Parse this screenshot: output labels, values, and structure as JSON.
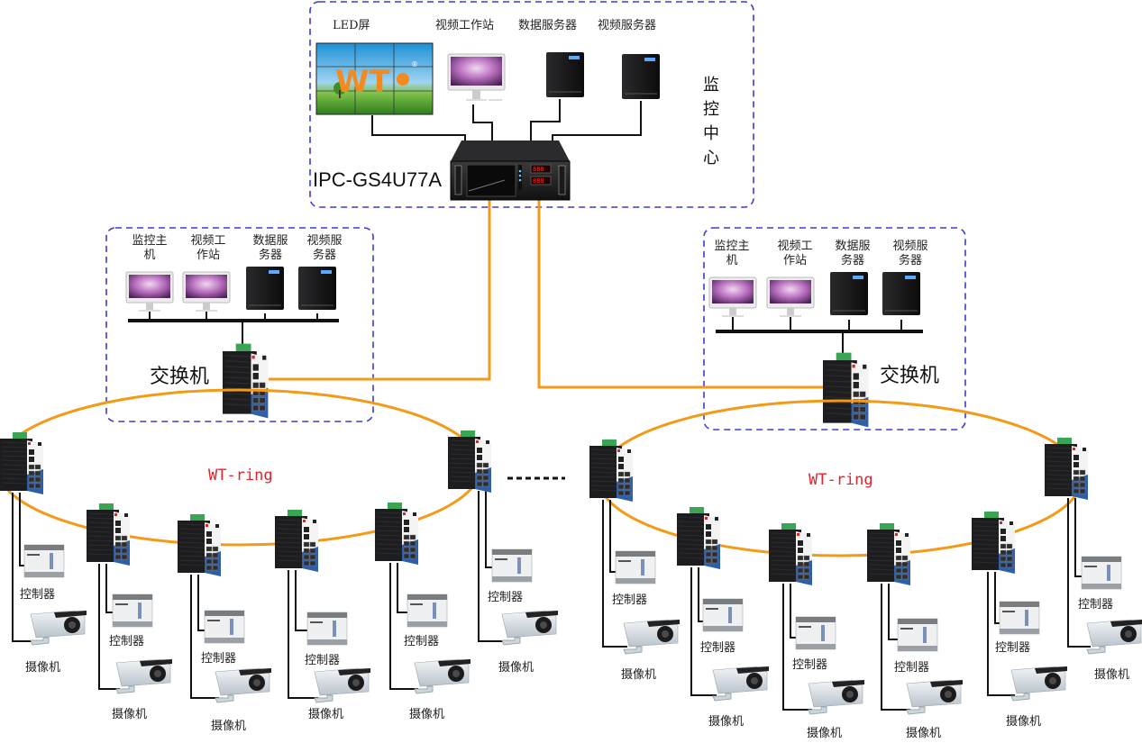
{
  "colors": {
    "fiber": "#f39a17",
    "cable": "#111111",
    "zone_border": "#3b3bd6",
    "ring_label": "#e0262b",
    "switch_body": "#1d1d1f",
    "switch_accent": "#2e5fa8",
    "terminal_green": "#3aa655"
  },
  "control_center": {
    "title": "监控中心",
    "title_chars": [
      "监",
      "控",
      "中",
      "心"
    ],
    "devices": [
      {
        "name": "led-screen",
        "label": "LED屏",
        "type": "video-wall"
      },
      {
        "name": "video-workstation",
        "label": "视频工作站",
        "type": "monitor"
      },
      {
        "name": "data-server",
        "label": "数据服务器",
        "type": "server"
      },
      {
        "name": "video-server",
        "label": "视频服务器",
        "type": "server"
      }
    ],
    "core_switch": {
      "model": "IPC-GS4U77A"
    },
    "led_logo_text": "WT",
    "registered_mark": "®"
  },
  "sub_stations": [
    {
      "id": "left",
      "devices": [
        {
          "label_lines": [
            "监控主",
            "机"
          ],
          "type": "monitor"
        },
        {
          "label_lines": [
            "视频工",
            "作站"
          ],
          "type": "monitor"
        },
        {
          "label_lines": [
            "数据服",
            "务器"
          ],
          "type": "server"
        },
        {
          "label_lines": [
            "视频服",
            "务器"
          ],
          "type": "server"
        }
      ],
      "switch_label": "交换机"
    },
    {
      "id": "right",
      "devices": [
        {
          "label_lines": [
            "监控主",
            "机"
          ],
          "type": "monitor"
        },
        {
          "label_lines": [
            "视频工",
            "作站"
          ],
          "type": "monitor"
        },
        {
          "label_lines": [
            "数据服",
            "务器"
          ],
          "type": "server"
        },
        {
          "label_lines": [
            "视频服",
            "务器"
          ],
          "type": "server"
        }
      ],
      "switch_label": "交换机"
    }
  ],
  "rings": [
    {
      "id": "left",
      "label": "WT-ring",
      "nodes": [
        {
          "controller_label": "控制器",
          "camera_label": "摄像机"
        },
        {
          "controller_label": "控制器",
          "camera_label": "摄像机"
        },
        {
          "controller_label": "控制器",
          "camera_label": "摄像机"
        },
        {
          "controller_label": "控制器",
          "camera_label": "摄像机"
        },
        {
          "controller_label": "控制器",
          "camera_label": "摄像机"
        },
        {
          "controller_label": "控制器",
          "camera_label": "摄像机"
        }
      ]
    },
    {
      "id": "right",
      "label": "WT-ring",
      "nodes": [
        {
          "controller_label": "控制器",
          "camera_label": "摄像机"
        },
        {
          "controller_label": "控制器",
          "camera_label": "摄像机"
        },
        {
          "controller_label": "控制器",
          "camera_label": "摄像机"
        },
        {
          "controller_label": "控制器",
          "camera_label": "摄像机"
        },
        {
          "controller_label": "控制器",
          "camera_label": "摄像机"
        },
        {
          "controller_label": "控制器",
          "camera_label": "摄像机"
        }
      ]
    }
  ],
  "continuation_marker": "......"
}
